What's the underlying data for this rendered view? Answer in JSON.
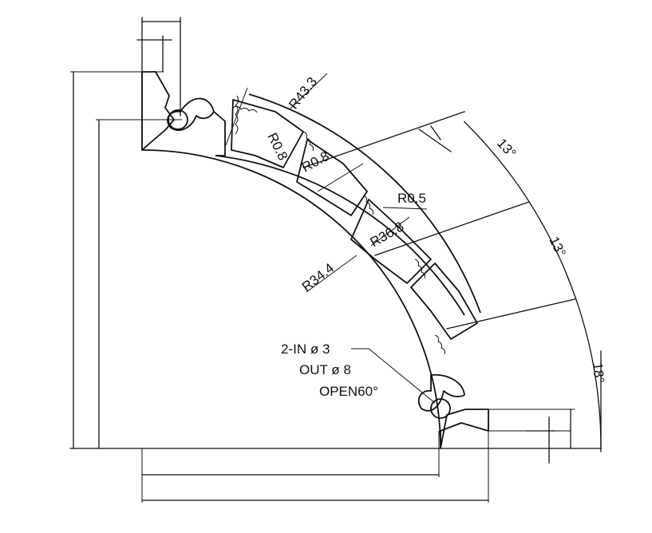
{
  "dimensions": {
    "outer_radius": "R43.3",
    "inner_radius": "R34.4",
    "mid_radius": "R36.8",
    "corner_radius_1": "R0.8",
    "corner_radius_2": "R0.8",
    "corner_radius_3": "R0.5"
  },
  "angles": {
    "angle_top": "13°",
    "angle_middle": "13°",
    "angle_bottom": "18°"
  },
  "callout": {
    "line_1": "2-IN ø 3",
    "line_2": "OUT ø 8",
    "line_3": "OPEN60°"
  }
}
